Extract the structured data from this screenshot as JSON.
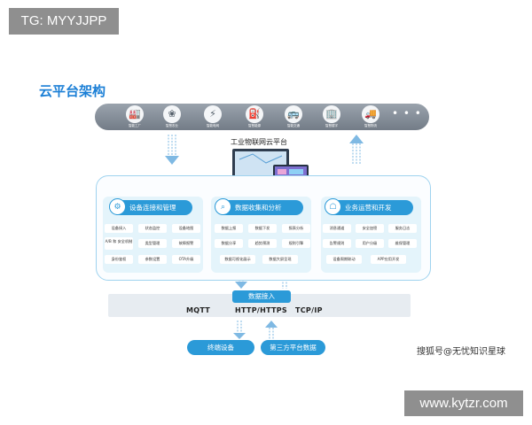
{
  "tag": "TG: MYYJJPP",
  "title": "云平台架构",
  "scenes": [
    {
      "icon": "factory-icon",
      "glyph": "🏭",
      "label": "智能工厂"
    },
    {
      "icon": "agriculture-icon",
      "glyph": "❀",
      "label": "智慧农业"
    },
    {
      "icon": "power-icon",
      "glyph": "⚡",
      "label": "智能电网"
    },
    {
      "icon": "energy-icon",
      "glyph": "⛽",
      "label": "智慧能源"
    },
    {
      "icon": "traffic-icon",
      "glyph": "🚌",
      "label": "智能交通"
    },
    {
      "icon": "building-icon",
      "glyph": "🏢",
      "label": "智慧楼宇"
    },
    {
      "icon": "logistics-icon",
      "glyph": "🚚",
      "label": "智慧物流"
    }
  ],
  "more": "• • •",
  "cloud_label": "工业物联网云平台",
  "panels": [
    {
      "title": "设备连接和管理",
      "icon": "connect-icon",
      "cells": [
        "设备接入",
        "状态监控",
        "设备地图",
        "A/B 和 安全机制",
        "类型管理",
        "故障报警",
        "身份鉴权",
        "参数设置",
        "OTA升级"
      ]
    },
    {
      "title": "数据收集和分析",
      "icon": "analytics-icon",
      "cells": [
        "数据上报",
        "数据下发",
        "报表分析",
        "数据分享",
        "趋势预测",
        "规则引擎",
        "数据可视化展示",
        "数据大屏呈现"
      ]
    },
    {
      "title": "业务运营和开发",
      "icon": "operations-icon",
      "cells": [
        "消息通道",
        "安全加密",
        "服务日志",
        "告警规则",
        "用户分级",
        "维保管理",
        "设备周期联动",
        "APP应用开发"
      ]
    }
  ],
  "access": {
    "title": "数据接入",
    "protocols": [
      "MQTT",
      "HTTP/HTTPS",
      "TCP/IP"
    ]
  },
  "bottom": {
    "terminal": "终端设备",
    "third_party": "第三方平台数据"
  },
  "credit": "搜狐号@无忧知识星球",
  "watermark": "www.kytzr.com",
  "colors": {
    "accent": "#2b9ad8",
    "title": "#1b7fd6"
  }
}
